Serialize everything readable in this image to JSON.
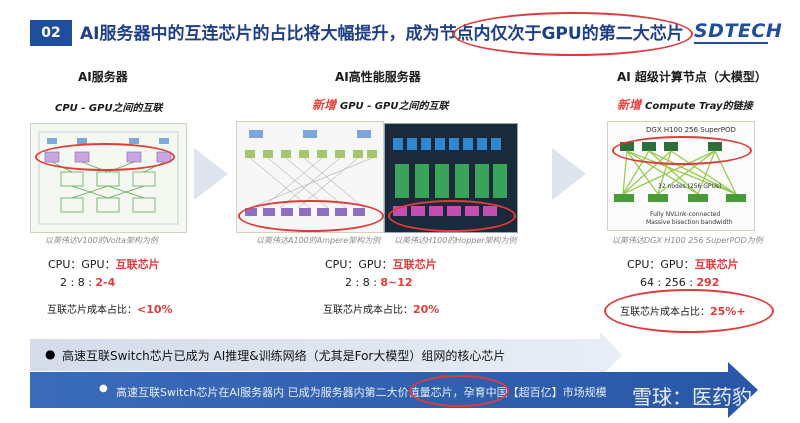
{
  "header": {
    "section_number": "02",
    "title": "AI服务器中的互连芯片的占比将大幅提升，成为节点内仅次于GPU的第二大芯片",
    "logo": "SDTECH"
  },
  "columns": [
    {
      "title": "AI服务器",
      "new_tag": "",
      "subtitle": "CPU - GPU之间的互联",
      "caption": "以英伟达V100的Volta架构为例",
      "ratio_label": "CPU：GPU：",
      "ratio_highlight": "互联芯片",
      "ratio_values": "2  :  8  :  ",
      "ratio_highlight_values": "2-4",
      "cost_label": "互联芯片成本占比：",
      "cost_value": "<10%"
    },
    {
      "title": "AI高性能服务器",
      "new_tag": "新增",
      "subtitle": "GPU - GPU之间的互联",
      "caption": "以英伟达A100的Ampere架构为例",
      "caption2": "以英伟达H100的Hopper架构为例",
      "ratio_label": "CPU：GPU：",
      "ratio_highlight": "互联芯片",
      "ratio_values": "2  :  8  :  ",
      "ratio_highlight_values": "8~12",
      "cost_label": "互联芯片成本占比：",
      "cost_value": "20%"
    },
    {
      "title": "AI 超级计算节点（大模型）",
      "new_tag": "新增",
      "subtitle": "Compute Tray的链接",
      "caption": "以英伟达DGX H100 256 SuperPOD为例",
      "ratio_label": "CPU：GPU：",
      "ratio_highlight": "互联芯片",
      "ratio_values": "64 :  256  :  ",
      "ratio_highlight_values": "292",
      "cost_label": "互联芯片成本占比：",
      "cost_value": "25%+"
    }
  ],
  "superpod": {
    "title": "DGX H100 256 SuperPOD",
    "nodes_label": "32 nodes (256 GPUs)",
    "footer1": "Fully NVLink-connected",
    "footer2": "Massive bisection bandwidth"
  },
  "bullets": [
    "高速互联Switch芯片已成为 AI推理&训练网络（尤其是For大模型）组网的核心芯片",
    "高速互联Switch芯片在AI服务器内 已成为服务器内第二大价值量芯片，孕育中国【超百亿】市场规模"
  ],
  "watermark": "雪球：医药豹",
  "colors": {
    "accent_blue": "#1f4e9c",
    "highlight_red": "#e03a3a",
    "new_red": "#e8453c"
  }
}
